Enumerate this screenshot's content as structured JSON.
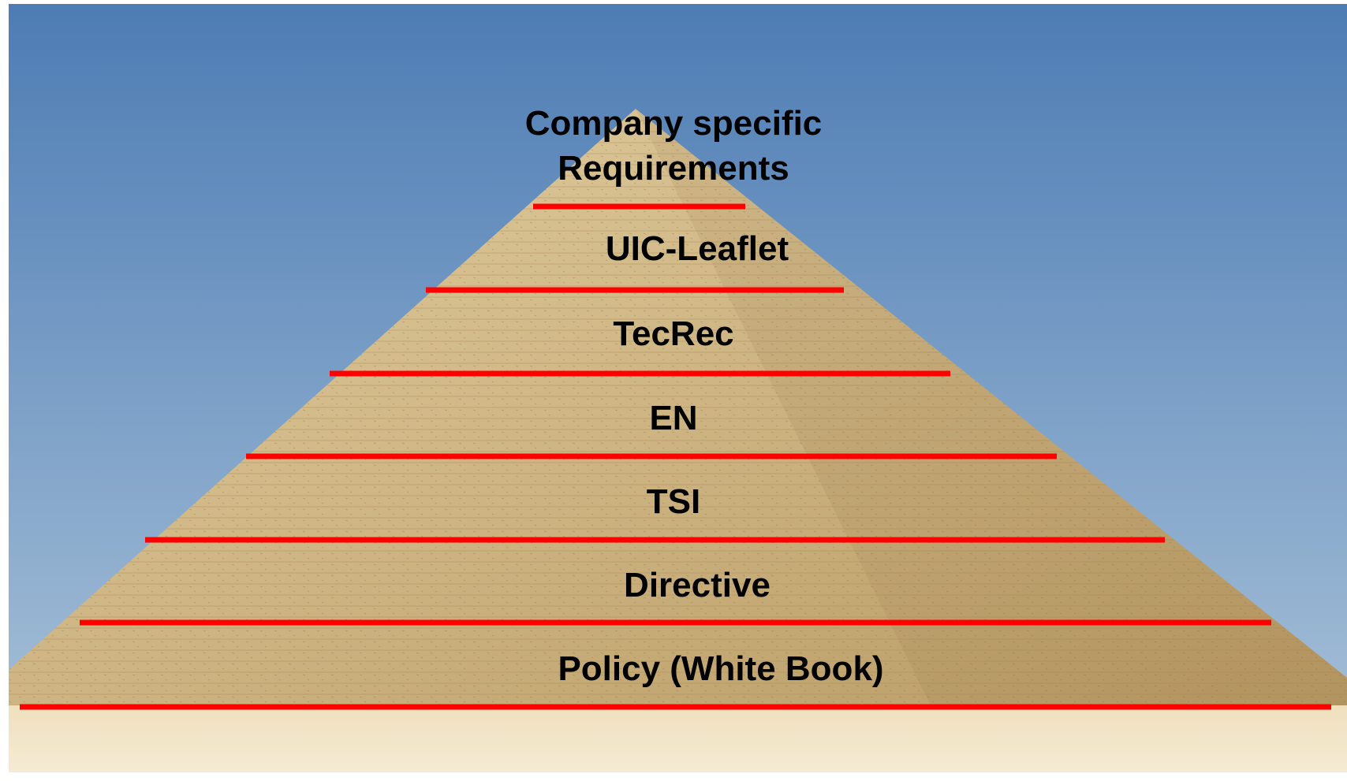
{
  "diagram": {
    "tiers": [
      {
        "label_lines": [
          "Company specific",
          "Requirements"
        ]
      },
      {
        "label_lines": [
          "UIC-Leaflet"
        ]
      },
      {
        "label_lines": [
          "TecRec"
        ]
      },
      {
        "label_lines": [
          "EN"
        ]
      },
      {
        "label_lines": [
          "TSI"
        ]
      },
      {
        "label_lines": [
          "Directive"
        ]
      },
      {
        "label_lines": [
          "Policy (White Book)"
        ]
      }
    ],
    "divider_color": "#ff0000",
    "label_color": "#000000"
  },
  "background": {
    "sky_top": "#4d7cb4",
    "sky_bottom": "#a9c2d9",
    "stone_light": "#e3cfa2",
    "stone_dark": "#b89a63",
    "sand": "#efe0bd"
  }
}
